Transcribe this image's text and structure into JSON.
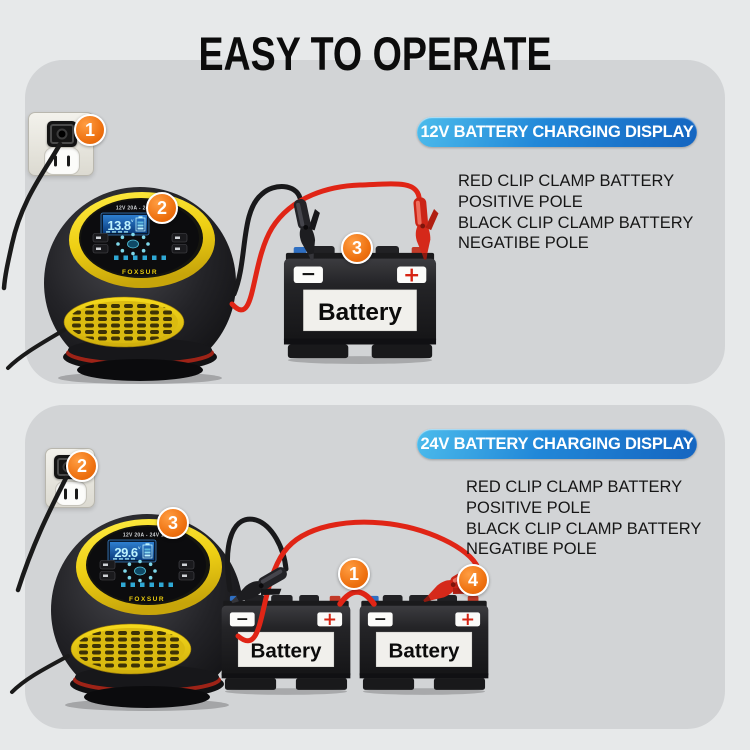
{
  "title": "EASY TO OPERATE",
  "panels": [
    {
      "badge_label": "12V BATTERY CHARGING DISPLAY",
      "description_lines": [
        "RED CLIP CLAMP BATTERY",
        "POSITIVE POLE",
        "BLACK CLIP CLAMP BATTERY",
        "NEGATIBE POLE"
      ],
      "step_outlet": "1",
      "step_charger": "2",
      "step_battery": "3",
      "charger": {
        "rating": "12V 20A - 24V 10A",
        "display_value": "13.8",
        "display_unit": "V",
        "brand": "FOXSUR"
      },
      "batteries": [
        {
          "label": "Battery",
          "negative": "−",
          "positive": "+"
        }
      ]
    },
    {
      "badge_label": "24V BATTERY CHARGING DISPLAY",
      "description_lines": [
        "RED CLIP CLAMP BATTERY",
        "POSITIVE POLE",
        "BLACK CLIP CLAMP BATTERY",
        "NEGATIBE POLE"
      ],
      "step_outlet": "2",
      "step_charger": "3",
      "step_jumper": "1",
      "step_clamp": "4",
      "charger": {
        "rating": "12V 20A - 24V 10A",
        "display_value": "29.6",
        "display_unit": "V",
        "brand": "FOXSUR"
      },
      "batteries": [
        {
          "label": "Battery",
          "negative": "−",
          "positive": "+"
        },
        {
          "label": "Battery",
          "negative": "−",
          "positive": "+"
        }
      ]
    }
  ],
  "colors": {
    "background": "#e7e9ea",
    "panel": "#d2d4d6",
    "step_badge_orange": "#ee7110",
    "pill_blue_dark": "#1565c0",
    "pill_blue_light": "#4cbcec",
    "cable_red": "#e02516",
    "charger_yellow": "#eecf14",
    "lcd_cyan": "#bef3ff"
  }
}
